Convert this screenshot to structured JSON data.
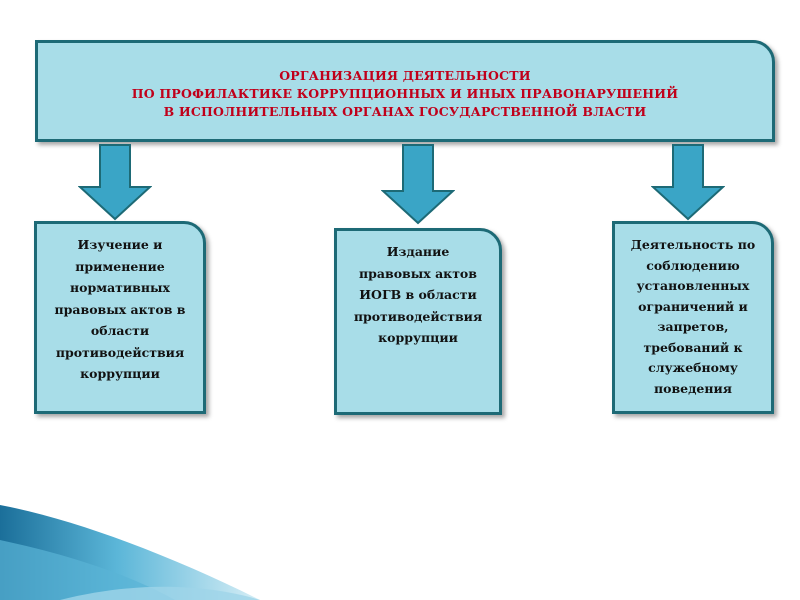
{
  "diagram": {
    "title_lines": [
      "ОРГАНИЗАЦИЯ ДЕЯТЕЛЬНОСТИ",
      "ПО ПРОФИЛАКТИКЕ КОРРУПЦИОННЫХ  И ИНЫХ ПРАВОНАРУШЕНИЙ",
      "В ИСПОЛНИТЕЛЬНЫХ ОРГАНАХ ГОСУДАРСТВЕННОЙ ВЛАСТИ"
    ],
    "children": [
      {
        "lines": [
          "Изучение и",
          "применение",
          "нормативных",
          "правовых актов в",
          "области",
          "противодействия",
          "коррупции"
        ]
      },
      {
        "lines": [
          "Издание",
          "правовых актов",
          "ИОГВ в области",
          "противодействия",
          "коррупции"
        ]
      },
      {
        "lines": [
          "Деятельность по",
          "соблюдению",
          "установленных",
          "ограничений и",
          "запретов,",
          "требований к",
          "служебному",
          "поведения"
        ]
      }
    ],
    "colors": {
      "box_fill": "#a8dde8",
      "box_border": "#1d6a76",
      "title_text": "#c0001a",
      "arrow_fill": "#3aa5c6",
      "arrow_stroke": "#1d6a76"
    }
  }
}
